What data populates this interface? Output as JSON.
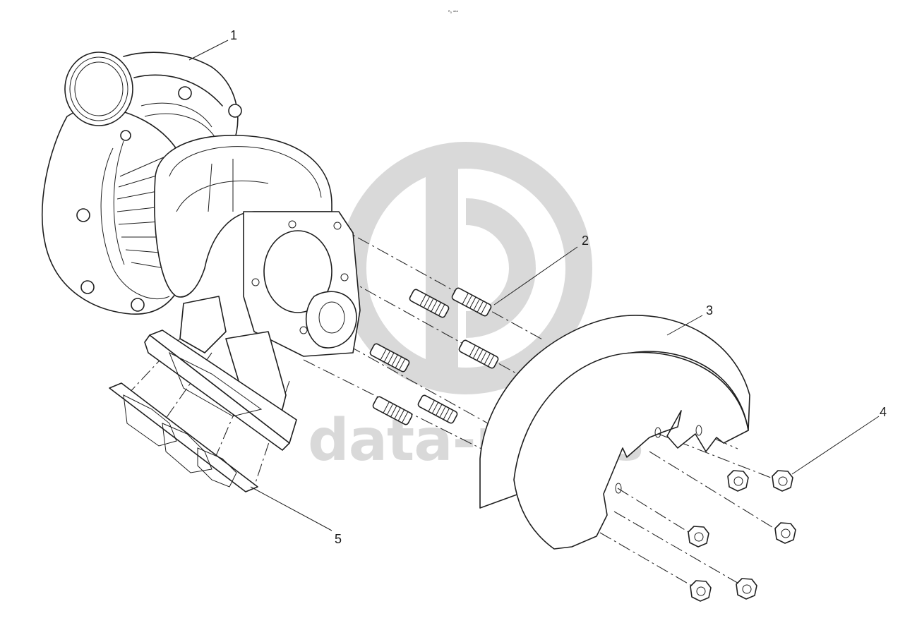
{
  "header": {
    "tiny_mark": "ᴿ₀ ᵃᵃᵃ"
  },
  "watermark": {
    "text": "data-parts"
  },
  "callouts": [
    {
      "id": "c1",
      "label": "1"
    },
    {
      "id": "c2",
      "label": "2"
    },
    {
      "id": "c3",
      "label": "3"
    },
    {
      "id": "c4",
      "label": "4"
    },
    {
      "id": "c5",
      "label": "5"
    }
  ],
  "parts": {
    "turbocharger": "turbocharger",
    "studs": "studs",
    "heat_shield": "heat-shield",
    "nuts": "nuts",
    "gasket": "gasket"
  },
  "colors": {
    "line": "#1f1f1f",
    "watermark": "#d9d9d9",
    "background": "#ffffff"
  }
}
